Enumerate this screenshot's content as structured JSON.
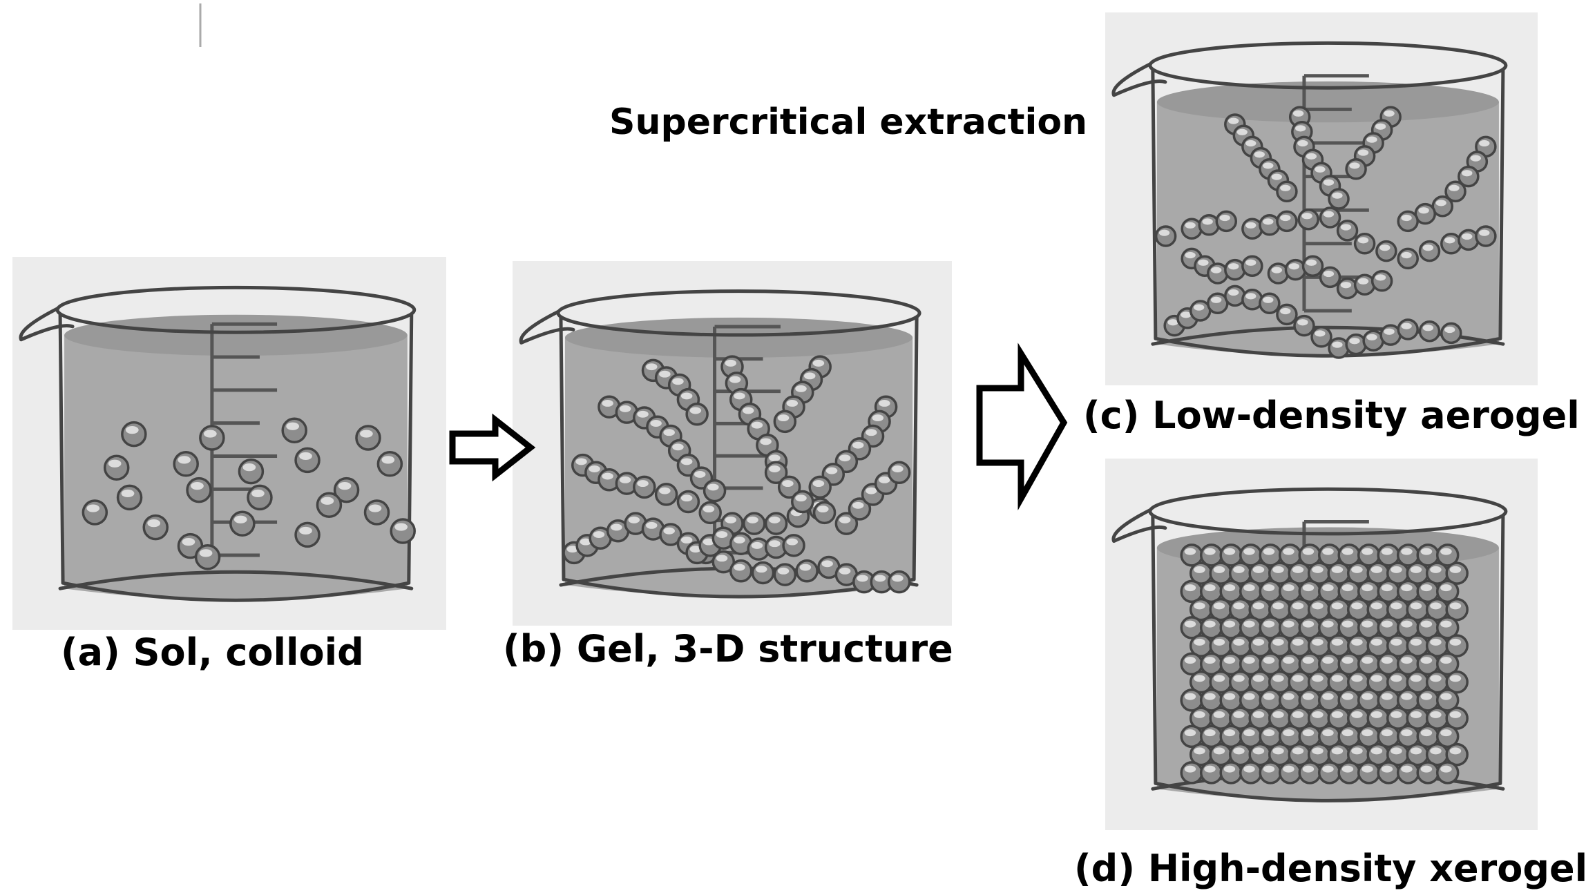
{
  "labels": {
    "a": "(a) Sol, colloid",
    "b": "(b) Gel, 3-D structure",
    "c": "(c) Low-density aerogel",
    "d": "(d) High-density xerogel",
    "process": "Supercritical extraction"
  }
}
